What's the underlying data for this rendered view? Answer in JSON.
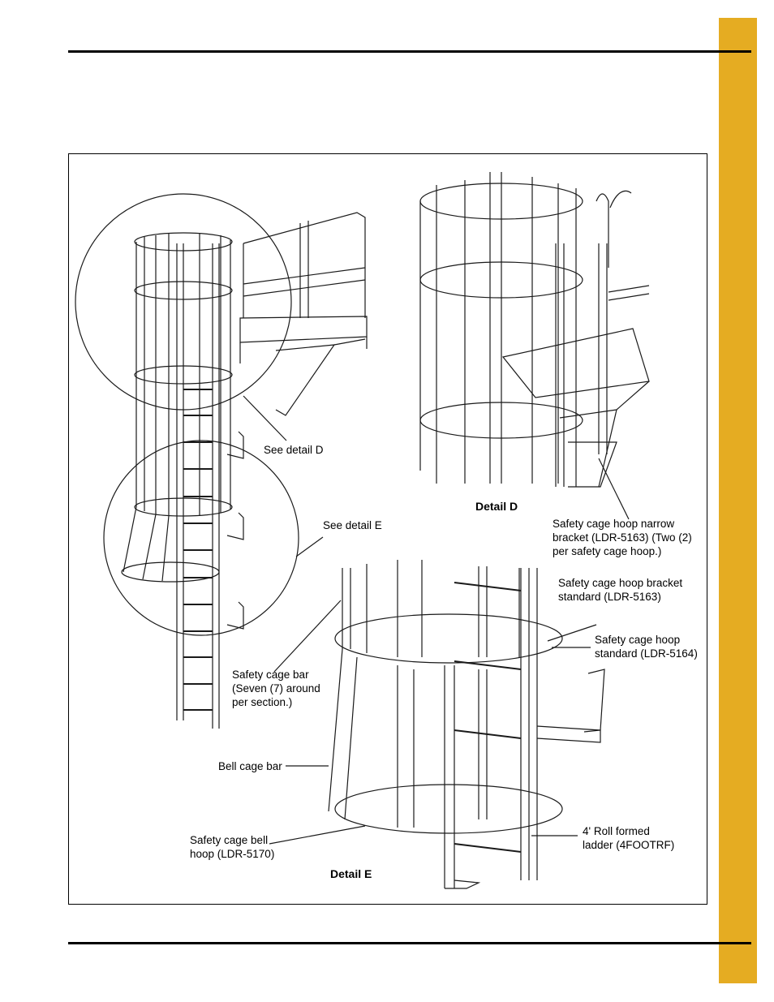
{
  "labels": {
    "see_detail_d": "See detail D",
    "see_detail_e": "See detail E",
    "detail_d_title": "Detail D",
    "detail_e_title": "Detail E",
    "narrow_bracket": "Safety cage hoop narrow\nbracket (LDR-5163) (Two (2)\nper safety cage hoop.)",
    "hoop_bracket_standard": "Safety cage hoop bracket\nstandard (LDR-5163)",
    "hoop_standard": "Safety cage hoop\nstandard (LDR-5164)",
    "cage_bar": "Safety cage bar\n(Seven (7) around\nper section.)",
    "bell_cage_bar": "Bell cage bar",
    "bell_hoop": "Safety cage bell\nhoop (LDR-5170)",
    "roll_formed_ladder": "4' Roll formed\nladder (4FOOTRF)"
  },
  "colors": {
    "side_tab": "#e5ac22",
    "rules": "#000000",
    "line_art": "#1a1a1a"
  }
}
